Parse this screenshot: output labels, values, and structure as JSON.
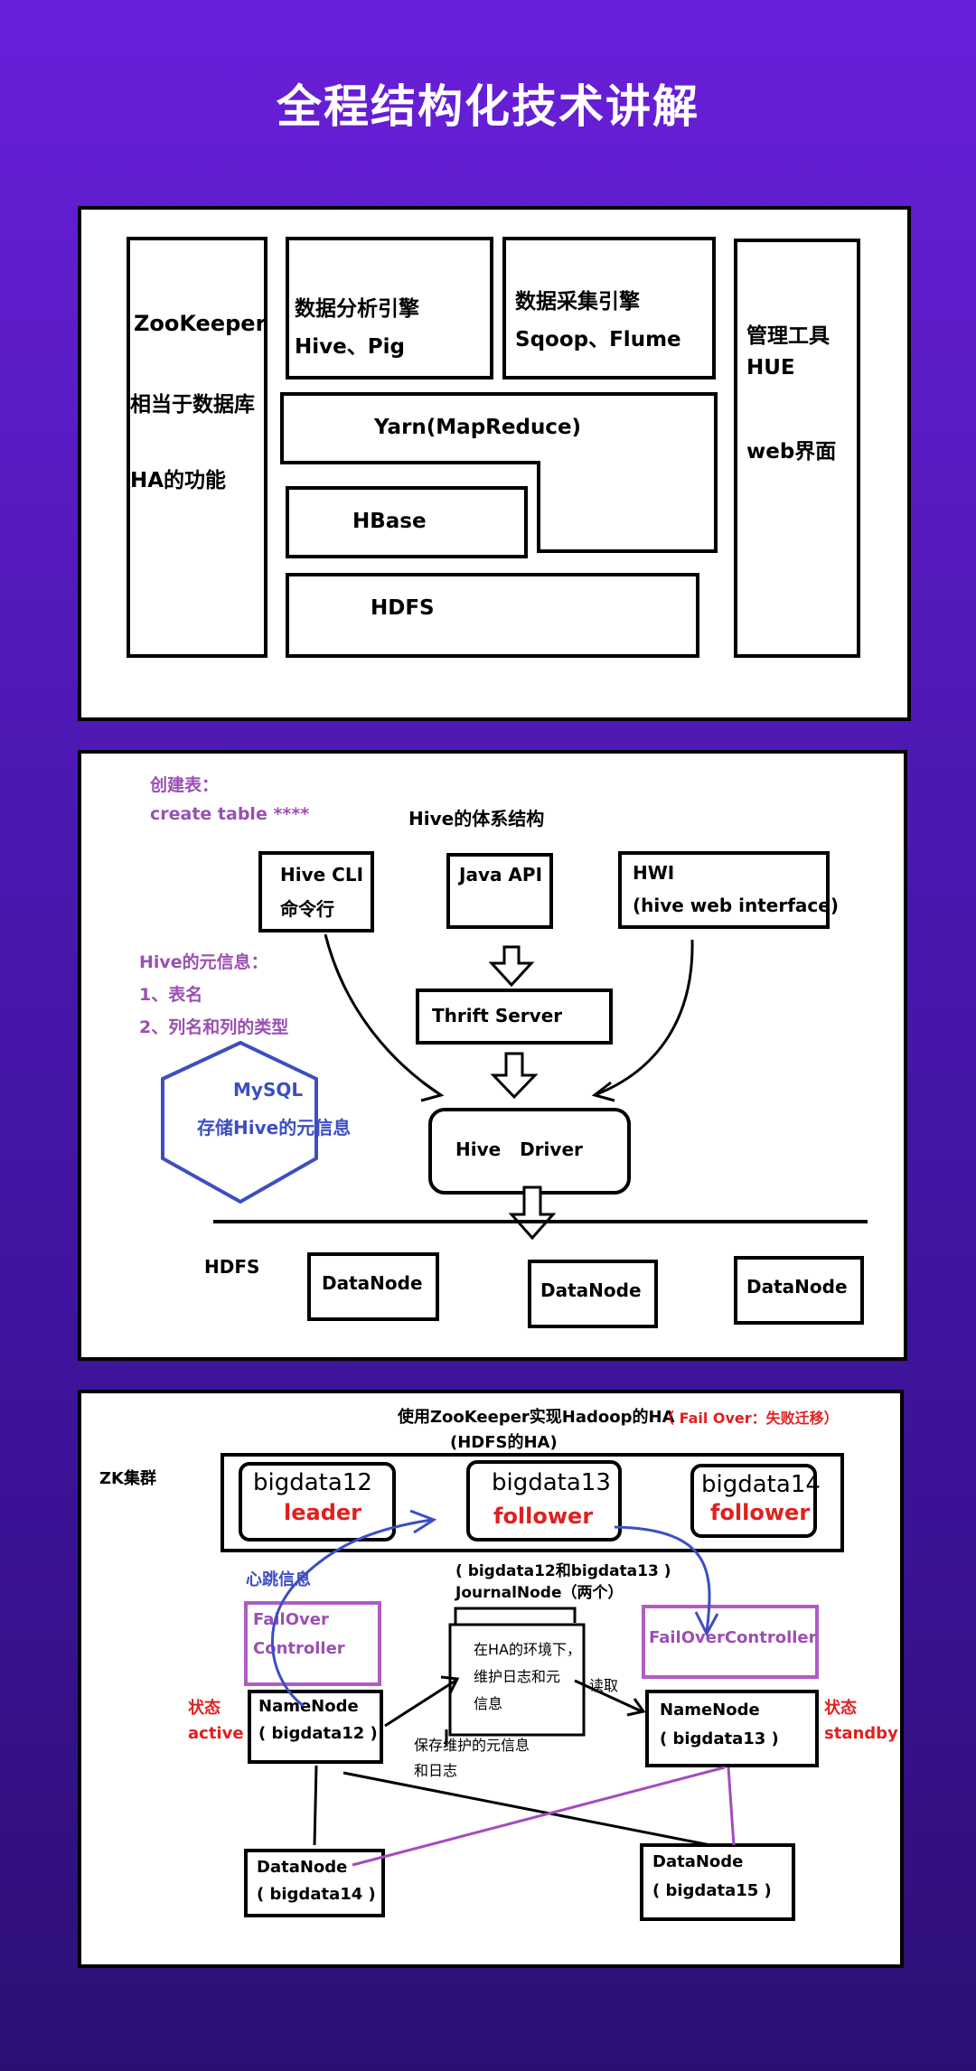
{
  "title": "全程结构化技术讲解",
  "panel1": {
    "zookeeper": [
      "ZooKeeper",
      "相当于数据库",
      "HA的功能"
    ],
    "analysis": [
      "数据分析引擎",
      "Hive、Pig"
    ],
    "collect": [
      "数据采集引擎",
      "Sqoop、Flume"
    ],
    "manage": [
      "管理工具",
      "HUE",
      "web界面"
    ],
    "yarn": "Yarn(MapReduce)",
    "hbase": "HBase",
    "hdfs": "HDFS"
  },
  "panel2": {
    "create_table": [
      "创建表：",
      "create table ****"
    ],
    "heading": "Hive的体系结构",
    "hive_cli": [
      "Hive CLI",
      "命令行"
    ],
    "java_api": "Java API",
    "hwi": [
      "HWI",
      "(hive web interface)"
    ],
    "meta": [
      "Hive的元信息：",
      "1、表名",
      "2、列名和列的类型"
    ],
    "thrift": "Thrift Server",
    "mysql": [
      "MySQL",
      "存储Hive的元信息"
    ],
    "driver": "Hive   Driver",
    "hdfs": "HDFS",
    "datanodes": [
      "DataNode",
      "DataNode",
      "DataNode"
    ]
  },
  "panel3": {
    "heading": "使用ZooKeeper实现Hadoop的HA",
    "failover_note": "（ Fail Over：失败迁移）",
    "subheading": "(HDFS的HA)",
    "zk_cluster": "ZK集群",
    "zk_nodes": [
      {
        "host": "bigdata12",
        "role": "leader"
      },
      {
        "host": "bigdata13",
        "role": "follower"
      },
      {
        "host": "bigdata14",
        "role": "follower"
      }
    ],
    "heartbeat": "心跳信息",
    "journal_hosts": "( bigdata12和bigdata13 )",
    "journal_title": "JournalNode（两个）",
    "journal_desc": [
      "在HA的环境下，",
      "维护日志和元",
      "信息"
    ],
    "read": "读取",
    "save": [
      "保存维护的元信息",
      "和日志"
    ],
    "failover_left": [
      "FailOver",
      "Controller"
    ],
    "failover_right": "FailOverController",
    "state_left": [
      "状态",
      "active"
    ],
    "state_right": [
      "状态",
      "standby"
    ],
    "namenode_left": [
      "NameNode",
      "( bigdata12 )"
    ],
    "namenode_right": [
      "NameNode",
      "( bigdata13 )"
    ],
    "datanode_left": [
      "DataNode",
      "( bigdata14 )"
    ],
    "datanode_right": [
      "DataNode",
      "( bigdata15 )"
    ]
  }
}
